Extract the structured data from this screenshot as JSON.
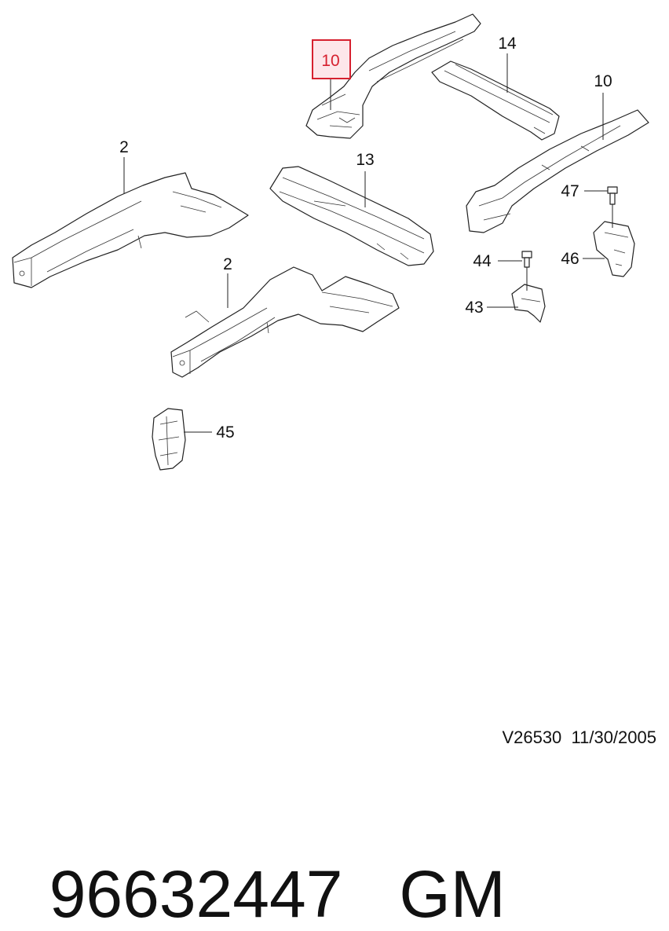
{
  "callouts": {
    "c10a": "10",
    "c14": "14",
    "c10b": "10",
    "c2a": "2",
    "c13": "13",
    "c47": "47",
    "c2b": "2",
    "c44": "44",
    "c46": "46",
    "c43": "43",
    "c45": "45"
  },
  "highlight_color": "#d6202f",
  "reference": "V26530  11/30/2005",
  "footer": {
    "part_number": "96632447",
    "brand": "GM"
  }
}
